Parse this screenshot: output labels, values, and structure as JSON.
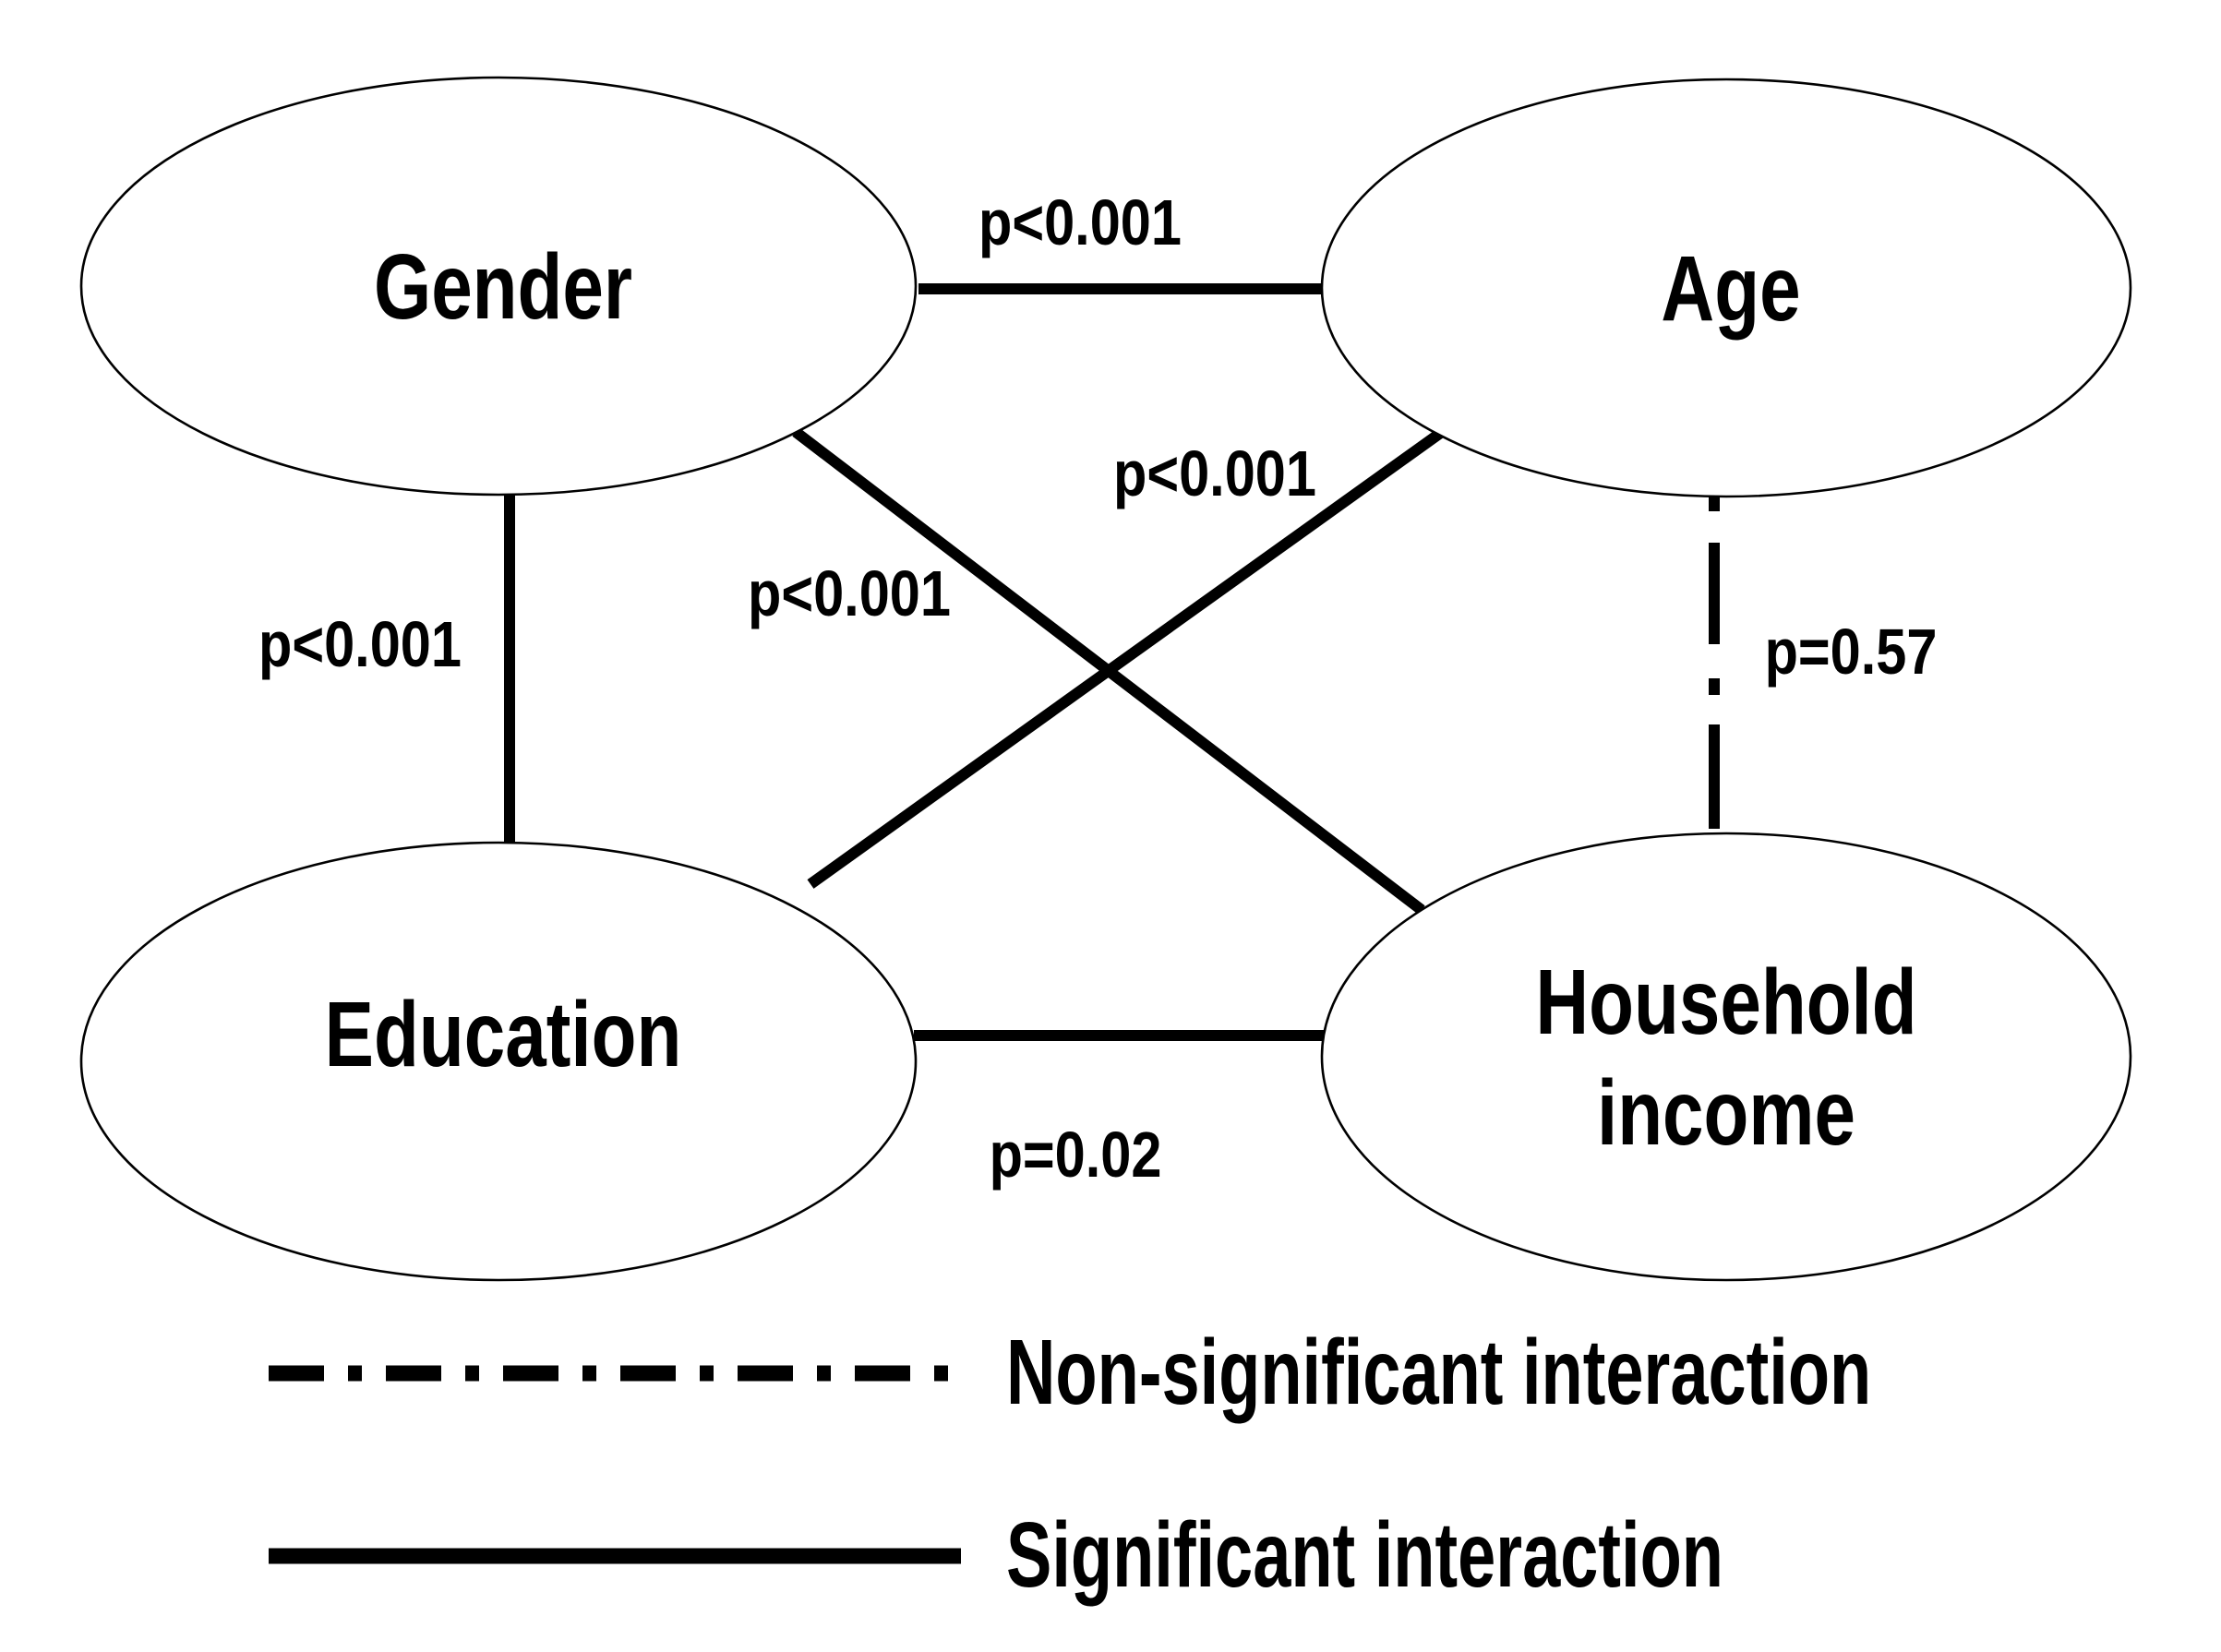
{
  "diagram": {
    "colors": {
      "ink": "#000000",
      "background": "#ffffff"
    },
    "nodes": [
      {
        "id": "gender",
        "label": "Gender"
      },
      {
        "id": "age",
        "label": "Age"
      },
      {
        "id": "education",
        "label": "Education"
      },
      {
        "id": "household-income",
        "label_lines": [
          "Household",
          "income"
        ]
      }
    ],
    "edges": [
      {
        "from": "gender",
        "to": "age",
        "label": "p<0.001",
        "significant": true
      },
      {
        "from": "gender",
        "to": "education",
        "label": "p<0.001",
        "significant": true
      },
      {
        "from": "gender",
        "to": "household-income",
        "label": "p<0.001",
        "significant": true
      },
      {
        "from": "age",
        "to": "education",
        "label": "p<0.001",
        "significant": true
      },
      {
        "from": "age",
        "to": "household-income",
        "label": "p=0.57",
        "significant": false
      },
      {
        "from": "education",
        "to": "household-income",
        "label": "p=0.02",
        "significant": true
      }
    ],
    "legend": [
      {
        "style": "dash-dot",
        "label": "Non-significant interaction"
      },
      {
        "style": "solid",
        "label": "Significant interaction"
      }
    ]
  }
}
